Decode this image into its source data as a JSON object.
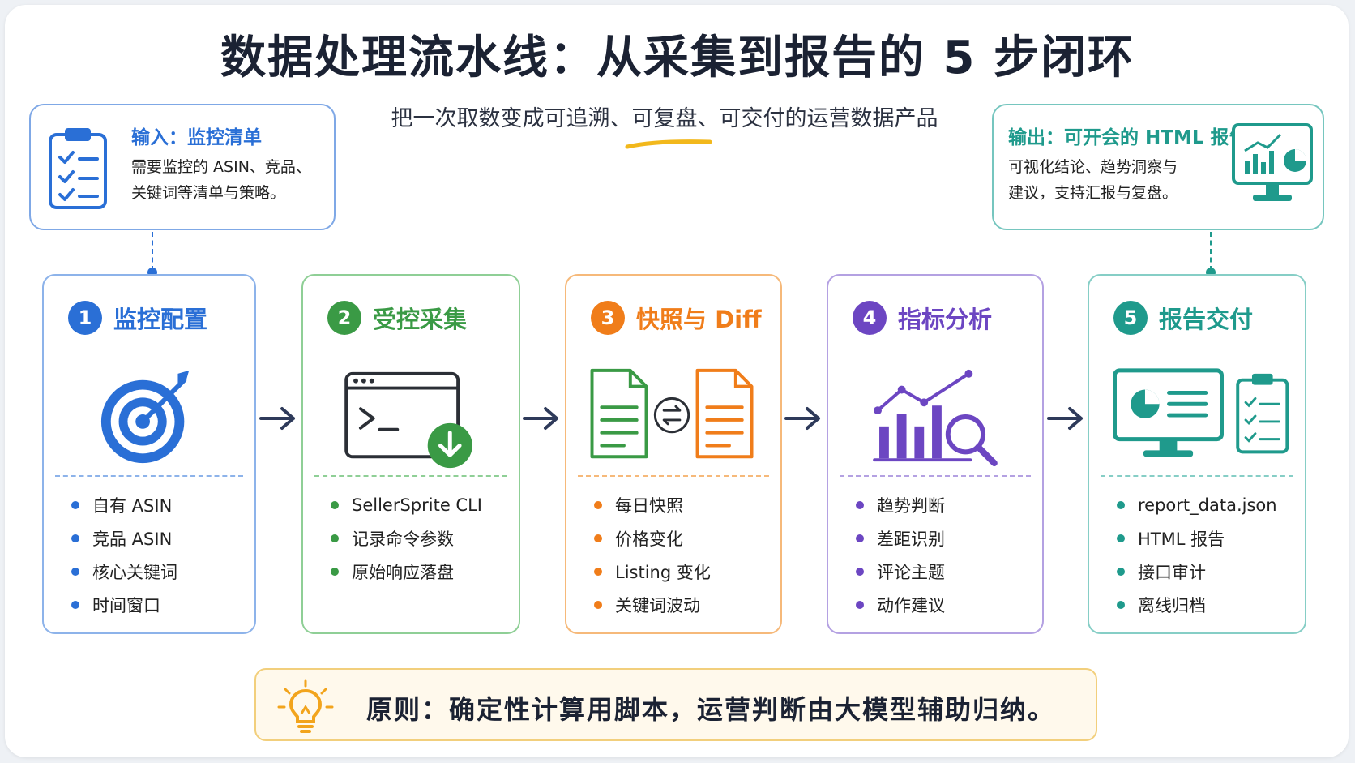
{
  "title": "数据处理流水线：从采集到报告的 5 步闭环",
  "subtitle": "把一次取数变成可追溯、可复盘、可交付的运营数据产品",
  "input": {
    "title": "输入：监控清单",
    "text": "需要监控的 ASIN、竞品、\n关键词等清单与策略。",
    "icon": "clipboard-checklist-icon"
  },
  "output": {
    "title": "输出：可开会的 HTML 报告",
    "text": "可视化结论、趋势洞察与\n建议，支持汇报与复盘。",
    "icon": "monitor-chart-icon"
  },
  "stages": [
    {
      "num": "1",
      "title": "监控配置",
      "icon": "target-icon",
      "color": "#2a6fd6",
      "border": "#8db3ea",
      "items": [
        "自有 ASIN",
        "竞品 ASIN",
        "核心关键词",
        "时间窗口"
      ]
    },
    {
      "num": "2",
      "title": "受控采集",
      "icon": "terminal-download-icon",
      "color": "#3a9a45",
      "border": "#8fcf96",
      "items": [
        "SellerSprite CLI",
        "记录命令参数",
        "原始响应落盘"
      ]
    },
    {
      "num": "3",
      "title": "快照与 Diff",
      "icon": "document-compare-icon",
      "color": "#f07d1a",
      "border": "#f6b97a",
      "items": [
        "每日快照",
        "价格变化",
        "Listing 变化",
        "关键词波动"
      ]
    },
    {
      "num": "4",
      "title": "指标分析",
      "icon": "bar-chart-magnifier-icon",
      "color": "#6c46c2",
      "border": "#b4a1e2",
      "items": [
        "趋势判断",
        "差距识别",
        "评论主题",
        "动作建议"
      ]
    },
    {
      "num": "5",
      "title": "报告交付",
      "icon": "monitor-report-icon",
      "color": "#1f9a8c",
      "border": "#86cec6",
      "items": [
        "report_data.json",
        "HTML 报告",
        "接口审计",
        "离线归档"
      ]
    }
  ],
  "principle": {
    "text": "原则：确定性计算用脚本，运营判断由大模型辅助归纳。",
    "icon": "lightbulb-icon",
    "color": "#f2a41c"
  },
  "colors": {
    "arrow": "#2e3a5a",
    "accent_underline": "#f2b81c"
  }
}
